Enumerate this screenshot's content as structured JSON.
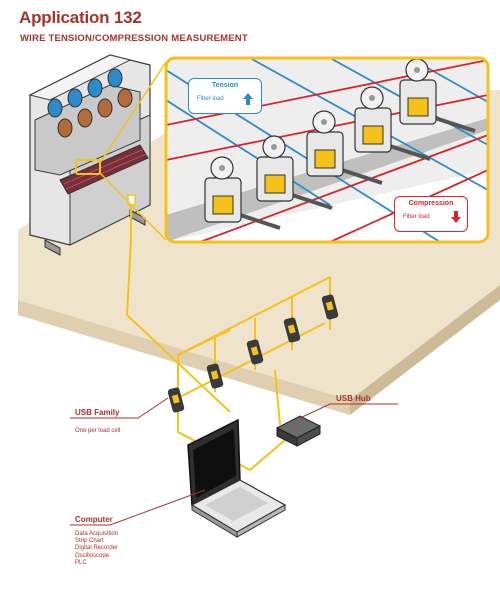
{
  "header": {
    "title": "Application 132",
    "subtitle": "WIRE TENSION/COMPRESSION MEASUREMENT"
  },
  "callouts": {
    "tension": {
      "title": "Tension",
      "sub": "Fiber load"
    },
    "compression": {
      "title": "Compression",
      "sub": "Fiber load"
    }
  },
  "labels": {
    "usb_family": {
      "title": "USB Family",
      "desc": "One per load cell"
    },
    "usb_hub": {
      "title": "USB Hub"
    },
    "computer": {
      "title": "Computer",
      "items": [
        "Data Acquisition",
        "Strip Chart",
        "Digital Recorder",
        "Oscilloscope",
        "PLC"
      ]
    }
  },
  "colors": {
    "accent_red": "#a5342c",
    "cable_yellow": "#f5c21a",
    "wire_blue": "#2e8bc9",
    "wire_red": "#d8242c",
    "floor": "#efe3cc"
  }
}
